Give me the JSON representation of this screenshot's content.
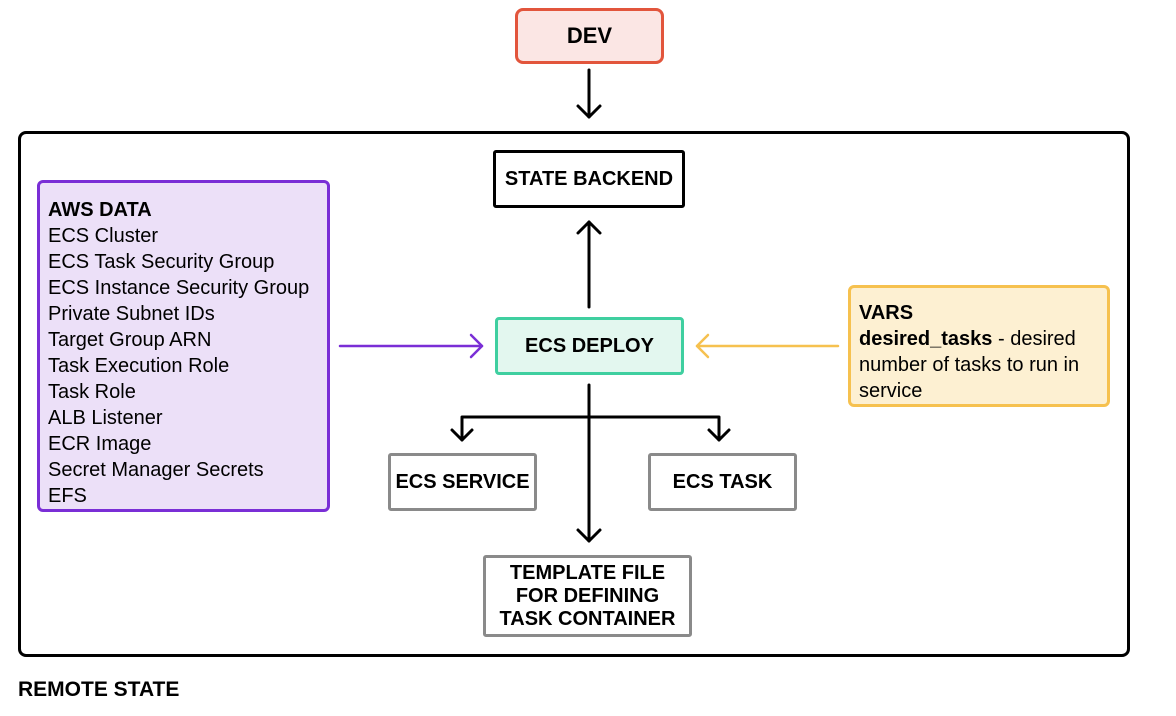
{
  "dev": {
    "label": "DEV"
  },
  "remote_state": {
    "label": "REMOTE STATE"
  },
  "nodes": {
    "state_backend": "STATE BACKEND",
    "ecs_deploy": "ECS DEPLOY",
    "ecs_service": "ECS SERVICE",
    "ecs_task": "ECS TASK",
    "template_file": "TEMPLATE FILE FOR DEFINING TASK CONTAINER"
  },
  "aws_data": {
    "title": "AWS DATA",
    "items": [
      "ECS Cluster",
      "ECS Task Security Group",
      "ECS Instance Security Group",
      "Private Subnet IDs",
      "Target Group ARN",
      "Task Execution Role",
      "Task Role",
      "ALB Listener",
      "ECR Image",
      "Secret Manager Secrets",
      "EFS"
    ]
  },
  "vars": {
    "title": "VARS",
    "var_name": "desired_tasks",
    "description": " - desired number of tasks to run in service"
  },
  "colors": {
    "dev_border": "#e2553c",
    "deploy_border": "#3fcfa0",
    "aws_border": "#7a2ed6",
    "vars_border": "#f6c14f",
    "child_border": "#8a8a8a"
  }
}
